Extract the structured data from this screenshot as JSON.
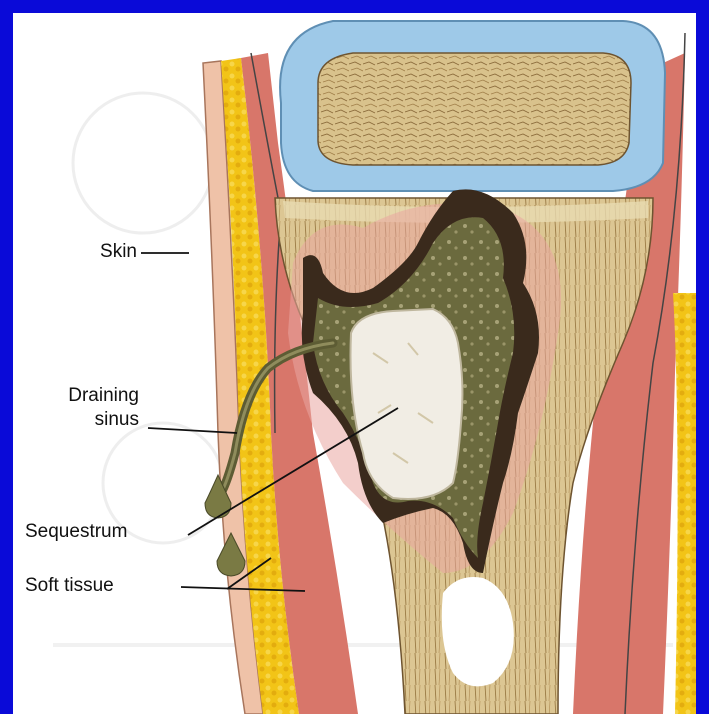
{
  "figure": {
    "labels": {
      "skin": "Skin",
      "draining_sinus_line1": "Draining",
      "draining_sinus_line2": "sinus",
      "sequestrum": "Sequestrum",
      "soft_tissue": "Soft tissue"
    }
  },
  "colors": {
    "background_blue": "#0a0ad8",
    "cartilage_blue": "#9ec9e8",
    "bone_tan": "#d9c28c",
    "abscess_dark": "#3a2a1c",
    "pus_olive": "#6b6a3e",
    "sequestrum_white": "#f1ede4",
    "muscle_red": "#d8766a",
    "fat_yellow": "#f2c417",
    "skin_pink": "#efc2a8"
  }
}
